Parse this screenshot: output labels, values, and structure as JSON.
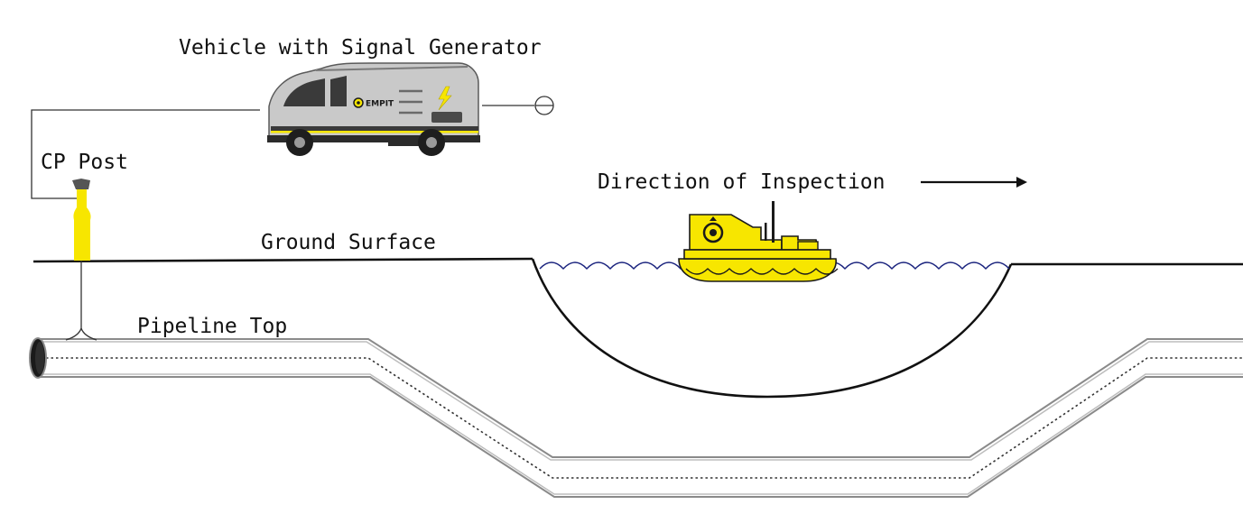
{
  "labels": {
    "vehicle": "Vehicle with Signal Generator",
    "cp_post": "CP Post",
    "direction": "Direction of Inspection",
    "ground": "Ground Surface",
    "pipeline": "Pipeline Top"
  },
  "vehicle_logo": "EMPIT",
  "colors": {
    "accent_yellow": "#f7e600",
    "water_blue": "#1a237e",
    "line": "#111111",
    "pipe_stroke": "#8a8a8a",
    "van_body": "#c9c9c9",
    "van_dark": "#2b2b2b"
  },
  "icons": [
    "van-icon",
    "lightning-icon",
    "empit-logo-icon",
    "ground-electrode-icon",
    "cp-post-icon",
    "inspection-boat-icon",
    "arrow-right-icon"
  ]
}
